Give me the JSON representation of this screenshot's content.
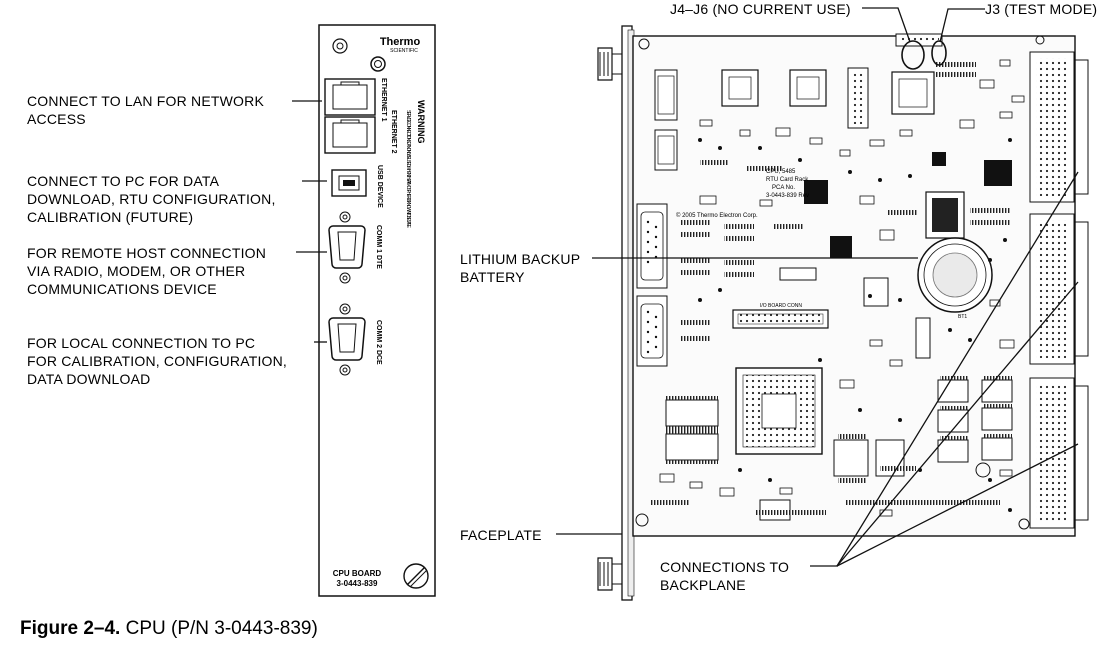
{
  "faceplate": {
    "brand_line1": "Thermo",
    "brand_line2": "SCIENTIFIC",
    "ethernet1": "ETHERNET 1",
    "ethernet2": "ETHERNET 2",
    "usb": "USB DEVICE",
    "comm1": "COMM 1 DTE",
    "comm2": "COMM 2 DCE",
    "warning_title": "WARNING",
    "warning_text": "SERVICE CONNECTIONS CAN ONLY BE USED WHEN THE ATMOSPHERE IS KNOWN TO BE SAFE",
    "board_name": "CPU BOARD",
    "board_pn": "3-0443-839"
  },
  "callouts": {
    "lan": "CONNECT TO LAN FOR NETWORK\nACCESS",
    "usb": "CONNECT TO PC FOR DATA\nDOWNLOAD, RTU CONFIGURATION,\nCALIBRATION (FUTURE)",
    "comm1": "FOR REMOTE HOST CONNECTION\nVIA RADIO, MODEM, OR OTHER\nCOMMUNICATIONS DEVICE",
    "comm2": "FOR LOCAL CONNECTION TO PC\nFOR CALIBRATION, CONFIGURATION,\nDATA DOWNLOAD",
    "j4j6": "J4–J6 (NO CURRENT USE)",
    "j3": "J3 (TEST MODE)",
    "battery": "LITHIUM BACKUP\nBATTERY",
    "faceplate": "FACEPLATE",
    "backplane": "CONNECTIONS TO\nBACKPLANE"
  },
  "board": {
    "silkscreen_line1": "CPU, 5485",
    "silkscreen_line2": "RTU Card Rack",
    "silkscreen_line3": "PCA No.",
    "silkscreen_line4": "3-0443-839 Rev",
    "copyright": "© 2005 Thermo Electron Corp.",
    "io_board_conn": "I/O BOARD CONN",
    "bt1": "BT1"
  },
  "caption": {
    "label": "Figure 2–4.",
    "text": " CPU (P/N 3-0443-839)"
  }
}
